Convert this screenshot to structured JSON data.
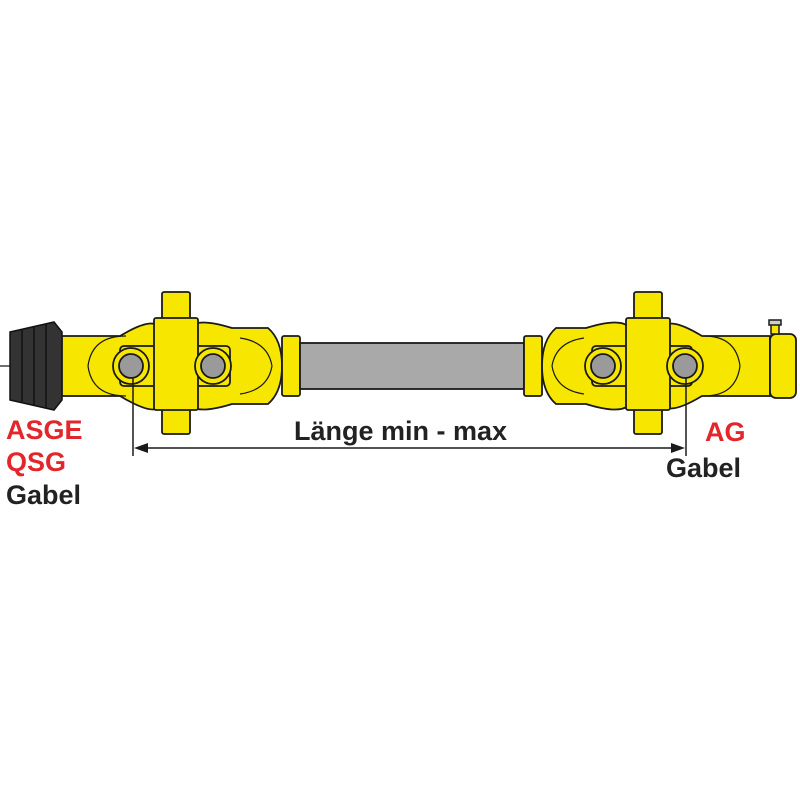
{
  "labels": {
    "left_end": [
      "ASGE",
      "QSG",
      "Gabel"
    ],
    "right_end": [
      "AG",
      "Gabel"
    ],
    "dimension": "Länge min - max"
  },
  "colors": {
    "yoke": "#f7e600",
    "outline": "#1a1a1a",
    "tube": "#a9a9a9",
    "pin": "#9a9a9a",
    "rubber": "#333333",
    "red_label": "#e3262b",
    "dark_label": "#222222"
  }
}
